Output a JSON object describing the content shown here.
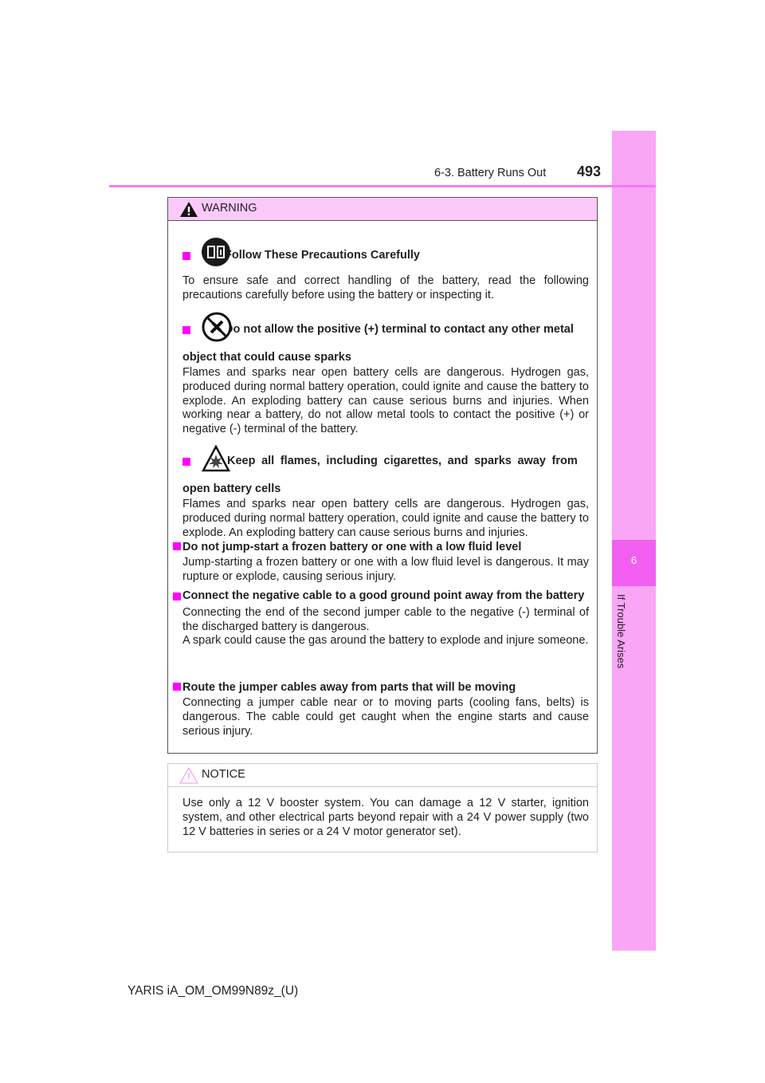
{
  "header": {
    "section": "6-3. Battery Runs Out",
    "page_number": "493"
  },
  "sidebar": {
    "chapter": "6",
    "chapter_title": "If Trouble Arises"
  },
  "warning": {
    "title": "WARNING",
    "items": [
      {
        "heading": "Follow These Precautions Carefully",
        "body": "To ensure safe and correct handling of the battery, read the following precautions carefully before using the battery or inspecting it."
      },
      {
        "heading_line1": "Do not allow the positive (+) terminal to contact any other metal",
        "heading_line2": "object that could cause sparks",
        "body": "Flames and sparks near open battery cells are dangerous. Hydrogen gas, produced during normal battery operation, could ignite and cause the battery to explode. An exploding battery can cause serious burns and injuries. When working near a battery, do not allow metal tools to contact the positive (+) or negative (-) terminal of the battery."
      },
      {
        "heading_line1": "Keep all flames, including cigarettes, and sparks away from",
        "heading_line2": "open battery cells",
        "body": "Flames and sparks near open battery cells are dangerous. Hydrogen gas, produced during normal battery operation, could ignite and cause the battery to explode. An exploding battery can cause serious burns and injuries."
      },
      {
        "heading": "Do not jump-start a frozen battery or one with a low fluid level",
        "body": "Jump-starting a frozen battery or one with a low fluid level is dangerous. It may rupture or explode, causing serious injury."
      },
      {
        "heading": "Connect the negative cable to a good ground point away from the battery",
        "body": "Connecting the end of the second jumper cable to the negative (-) terminal of the discharged battery is dangerous.",
        "body2": "A spark could cause the gas around the battery to explode and injure someone."
      },
      {
        "heading": "Route the jumper cables away from parts that will be moving",
        "body": "Connecting a jumper cable near or to moving parts (cooling fans, belts) is dangerous. The cable could get caught when the engine starts and cause serious injury."
      }
    ]
  },
  "notice": {
    "title": "NOTICE",
    "body": "Use only a 12 V booster system. You can damage a 12 V starter, ignition system, and other electrical parts beyond repair with a 24 V power supply (two 12 V batteries in series or a 24 V motor generator set)."
  },
  "footer": {
    "doc_id": "YARIS iA_OM_OM99N89z_(U)"
  },
  "colors": {
    "accent": "#ff00ff",
    "sidebar": "#f9a6f6",
    "warning_header": "#fbcafb"
  }
}
